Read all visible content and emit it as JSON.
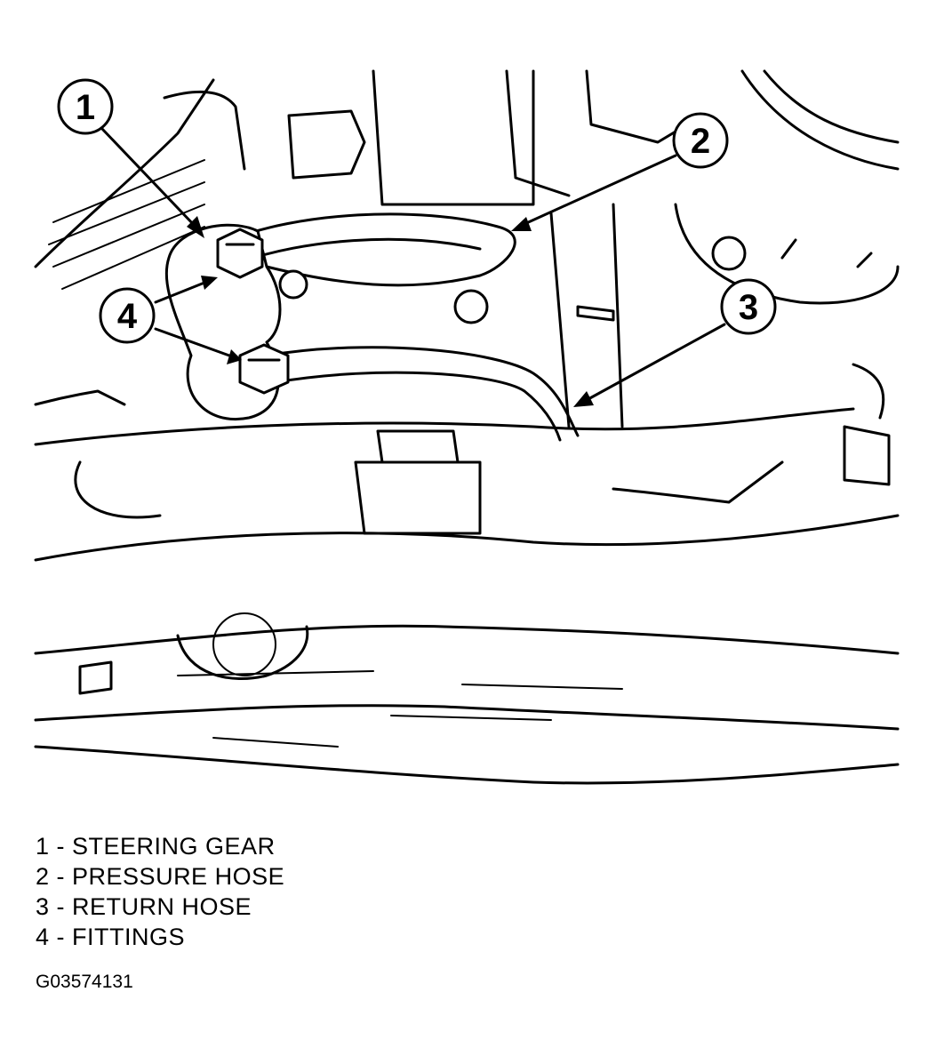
{
  "callouts": [
    "1",
    "2",
    "3",
    "4"
  ],
  "legend": [
    {
      "number": "1",
      "label": "STEERING GEAR"
    },
    {
      "number": "2",
      "label": "PRESSURE HOSE"
    },
    {
      "number": "3",
      "label": "RETURN HOSE"
    },
    {
      "number": "4",
      "label": "FITTINGS"
    }
  ],
  "figure_id": "G03574131"
}
